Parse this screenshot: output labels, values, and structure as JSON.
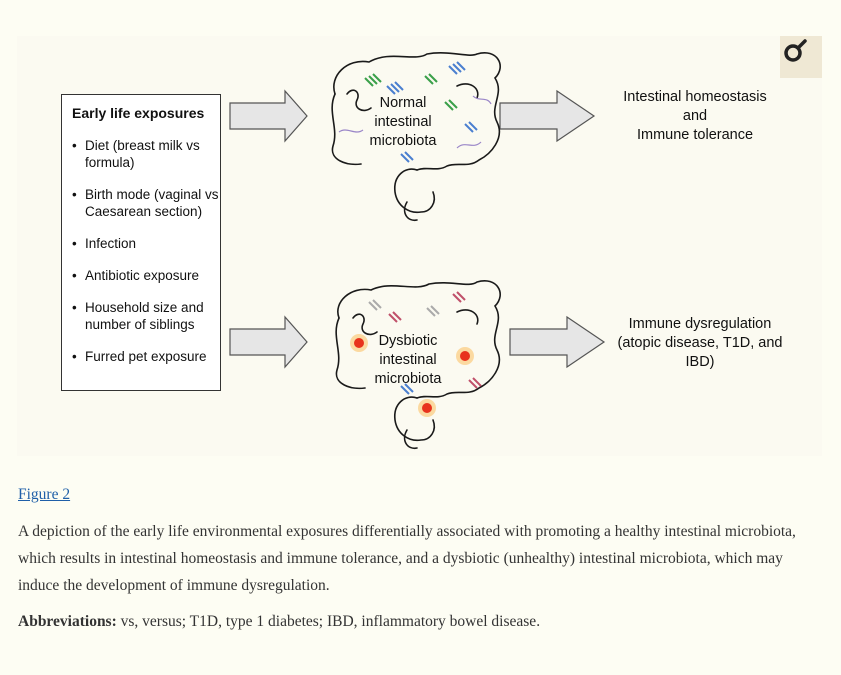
{
  "exposures": {
    "title": "Early life exposures",
    "items": [
      "Diet (breast milk vs formula)",
      "Birth mode (vaginal vs Caesarean section)",
      "Infection",
      "Antibiotic exposure",
      "Household size and number of siblings",
      "Furred pet exposure"
    ]
  },
  "normal": {
    "line1": "Normal",
    "line2": "intestinal",
    "line3": "microbiota"
  },
  "dysbiotic": {
    "line1": "Dysbiotic",
    "line2": "intestinal",
    "line3": "microbiota"
  },
  "outcome_healthy": {
    "line1": "Intestinal homeostasis",
    "line2": "and",
    "line3": "Immune tolerance"
  },
  "outcome_dysregulation": {
    "line1": "Immune dysregulation",
    "line2": "(atopic disease, T1D, and",
    "line3": "IBD)"
  },
  "caption": {
    "figure_label": "Figure 2",
    "text": "A depiction of the early life environmental exposures differentially associated with promoting a healthy intestinal microbiota, which results in intestinal homeostasis and immune tolerance, and a dysbiotic (unhealthy) intestinal microbiota, which may induce the development of immune dysregulation.",
    "abbrev_label": "Abbreviations:",
    "abbrev_text": " vs, versus; T1D, type 1 diabetes; IBD, inflammatory bowel disease."
  },
  "colors": {
    "link": "#1f5fa8",
    "arrow_fill": "#e6e6e6",
    "inflammation": "#e8321c",
    "bacteria_green": "#3aa04a",
    "bacteria_blue": "#4a7fd0",
    "bacteria_red": "#c0506a"
  },
  "icons": [
    "female-symbol-icon"
  ]
}
